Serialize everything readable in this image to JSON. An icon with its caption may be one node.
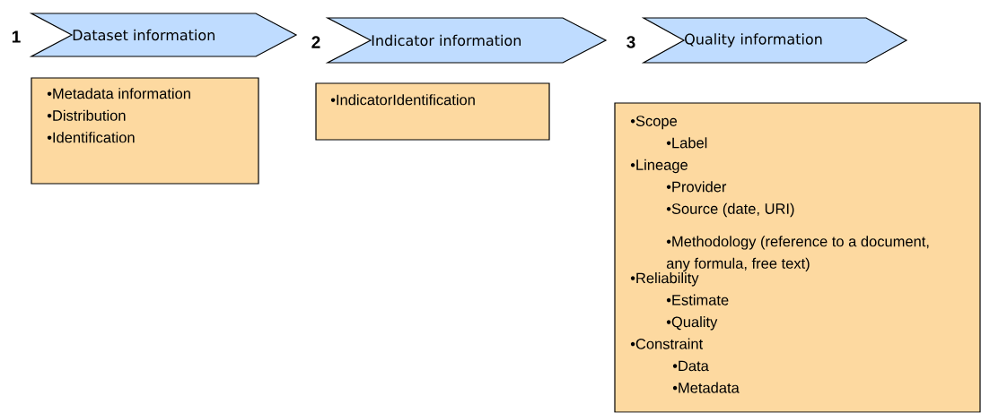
{
  "diagram": {
    "nodes": [
      {
        "text": [
          "Dataset information"
        ],
        "beside": [
          "1"
        ]
      },
      {
        "text": [
          "Indicator information"
        ],
        "beside": [
          "2"
        ]
      },
      {
        "text": [
          "Quality information"
        ],
        "beside": [
          "3"
        ]
      },
      {
        "text": [
          "•Metadata information",
          "•Distribution",
          "•Identification"
        ]
      },
      {
        "text": [
          "•IndicatorIdentification"
        ]
      },
      {
        "text": [
          "•Scope",
          "•Label",
          "•Lineage",
          "•Provider",
          "•Source (date, URI)",
          "•Methodology (reference to a document, any formula, free text)",
          "•Reliability",
          "•Estimate",
          "•Quality",
          "•Constraint",
          "•Data",
          "•Metadata"
        ]
      }
    ],
    "edges": []
  }
}
